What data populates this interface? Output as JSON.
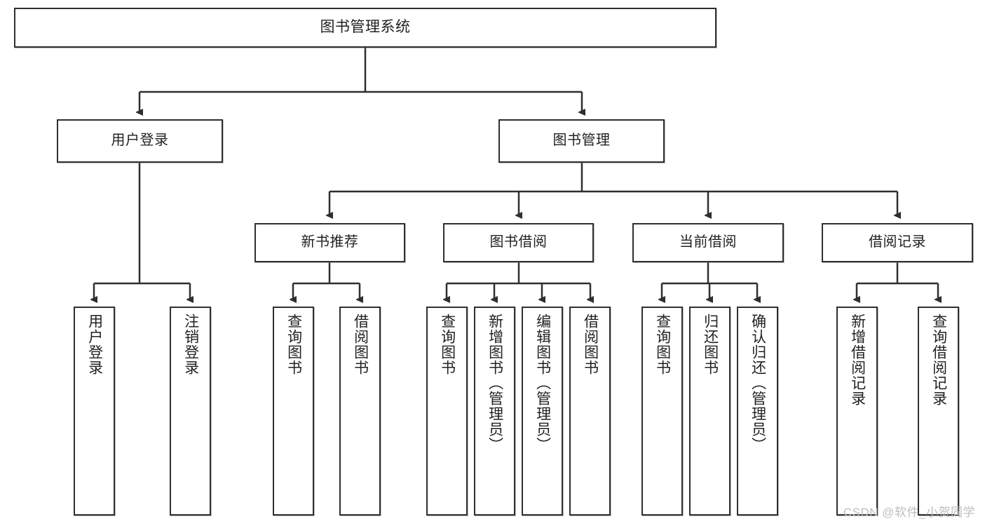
{
  "diagram": {
    "title": "图书管理系统",
    "type": "tree-hierarchy-diagram",
    "root": {
      "label": "图书管理系统"
    },
    "level2": [
      {
        "label": "用户登录"
      },
      {
        "label": "图书管理"
      }
    ],
    "level3": [
      {
        "label": "新书推荐"
      },
      {
        "label": "图书借阅"
      },
      {
        "label": "当前借阅"
      },
      {
        "label": "借阅记录"
      }
    ],
    "leaves": {
      "user_login": [
        {
          "label": "用户登录"
        },
        {
          "label": "注销登录"
        }
      ],
      "new_book_recommend": [
        {
          "label": "查询图书"
        },
        {
          "label": "借阅图书"
        }
      ],
      "book_borrow": [
        {
          "label": "查询图书"
        },
        {
          "label": "新增图书（管理员）"
        },
        {
          "label": "编辑图书（管理员）"
        },
        {
          "label": "借阅图书"
        }
      ],
      "current_borrow": [
        {
          "label": "查询图书"
        },
        {
          "label": "归还图书"
        },
        {
          "label": "确认归还（管理员）"
        }
      ],
      "borrow_record": [
        {
          "label": "新增借阅记录"
        },
        {
          "label": "查询借阅记录"
        }
      ]
    }
  },
  "watermark": {
    "text": "CSDN @软件_小贺同学"
  },
  "colors": {
    "border": "#2f2f2f",
    "background": "#ffffff",
    "text": "#222222",
    "watermark": "#bdbdbd"
  }
}
